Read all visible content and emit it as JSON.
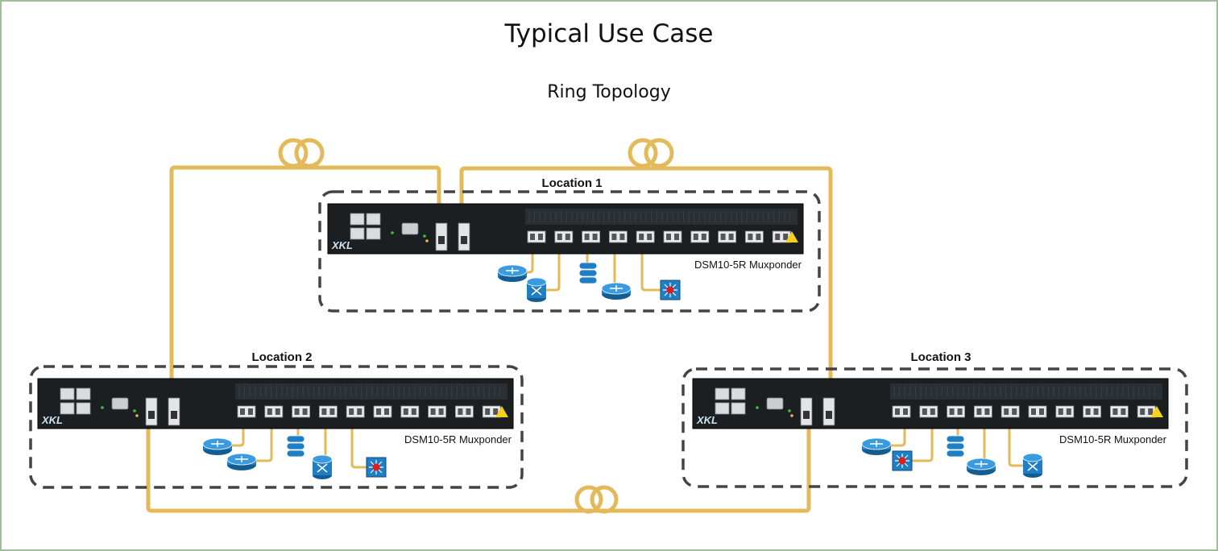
{
  "header": {
    "title": "Typical Use Case",
    "subtitle": "Ring Topology"
  },
  "colors": {
    "fiber": "#e3b95a",
    "chassis": "#1b1f22",
    "box_border": "#444444",
    "device_blue": "#1f7fc4",
    "frame_border": "#9fbf9a"
  },
  "locations": [
    {
      "label": "Location 1",
      "device": {
        "brand": "XKL",
        "model": "DSM10-5R Muxponder"
      },
      "clients": [
        "router-icon",
        "switch-icon",
        "storage-icon",
        "router-icon",
        "multilayer-switch-icon"
      ]
    },
    {
      "label": "Location 2",
      "device": {
        "brand": "XKL",
        "model": "DSM10-5R Muxponder"
      },
      "clients": [
        "router-icon",
        "router-icon",
        "storage-icon",
        "switch-icon",
        "multilayer-switch-icon"
      ]
    },
    {
      "label": "Location 3",
      "device": {
        "brand": "XKL",
        "model": "DSM10-5R Muxponder"
      },
      "clients": [
        "router-icon",
        "multilayer-switch-icon",
        "storage-icon",
        "router-icon",
        "switch-icon"
      ]
    }
  ],
  "fiber_links": [
    {
      "from": "Location 1",
      "to": "Location 2",
      "spool": true
    },
    {
      "from": "Location 1",
      "to": "Location 3",
      "spool": true
    },
    {
      "from": "Location 2",
      "to": "Location 3",
      "spool": true
    }
  ]
}
